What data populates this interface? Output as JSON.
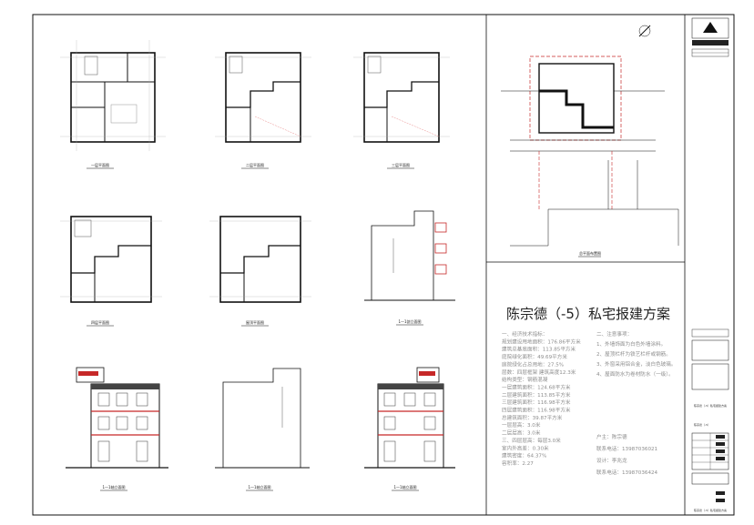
{
  "project": {
    "title": "陈宗德（-5）私宅报建方案"
  },
  "plans": {
    "floor1": "一层平面图",
    "floor2": "二层平面图",
    "floor3": "三层平面图",
    "floor4": "四层平面图",
    "roof": "屋顶平面图",
    "site": "总平面布置图"
  },
  "elevations": {
    "section": "1—1剖立面图",
    "front": "1—1轴立面图",
    "rear": "1—1轴立面图",
    "side": "1—1轴立面图"
  },
  "specs": {
    "heading": "一、经济技术指标：",
    "lines": [
      "规划建设用地面积：176.86平方米",
      "建筑总基底面积：113.85平方米",
      "庭院绿化面积：49.69平方米",
      "庭院绿化占总用地：27.5%",
      "层数：四层框架  建筑高度12.3米",
      "结构类型：钢筋混凝",
      "一层建筑面积：124.68平方米",
      "二层建筑面积：113.85平方米",
      "三层建筑面积：116.98平方米",
      "四层建筑面积：116.98平方米",
      "总建筑面积：39.87平方米",
      "一层层高：3.0米",
      "二层层高：3.0米",
      "三、四层层高：每层3.0米",
      "室内外高差：0.30米",
      "建筑密度：64.37%",
      "容积率：2.27"
    ],
    "notes_heading": "二、注意事项：",
    "notes": [
      "1、外墙饰面为白色外墙涂料。",
      "2、屋顶栏杆为铁艺栏杆或钢筋。",
      "3、外窗采用铝合金，淡白色玻璃。",
      "4、屋面防水为卷材防水（一级）。"
    ],
    "owner": "户主：陈宗德",
    "phone1": "联系电话：13987036021",
    "designer": "设计：李兆龙",
    "phone2": "联系电话：13987036424"
  },
  "titleblock": {
    "project_cell": "陈宗德（-5）私宅报建方案",
    "owner_cell": "陈宗德（-5）",
    "bottom_cell": "陈宗德（-5）私宅报建方案"
  }
}
